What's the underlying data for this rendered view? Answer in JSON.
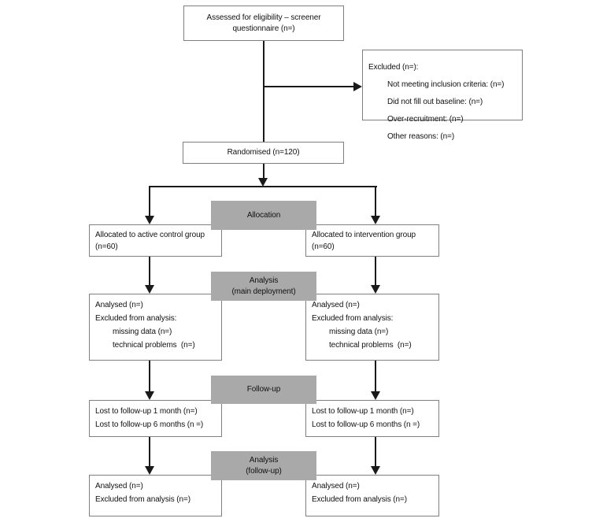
{
  "colors": {
    "stage_fill": "#a9a9a9",
    "box_border": "#7f7f7f",
    "line_color": "#1a1a1a"
  },
  "boxes": {
    "assessed": {
      "lines": [
        "Assessed for eligibility – screener",
        "questionnaire (n=)"
      ]
    },
    "excluded": {
      "lines": [
        "Excluded (n=):",
        "Not meeting inclusion criteria: (n=)",
        "Did not fill out baseline: (n=)",
        "Over-recruitment: (n=)",
        "Other reasons: (n=)"
      ]
    },
    "randomised": {
      "label": "Randomised (n=120)"
    },
    "stages": {
      "allocation": {
        "lines": [
          "Allocation"
        ]
      },
      "analysis_main": {
        "lines": [
          "Analysis",
          "(main deployment)"
        ]
      },
      "followup": {
        "lines": [
          "Follow-up"
        ]
      },
      "analysis_followup": {
        "lines": [
          "Analysis",
          "(follow-up)"
        ]
      }
    },
    "left": {
      "allocated": {
        "lines": [
          "Allocated to active control group",
          "(n=60)"
        ]
      },
      "analysed": {
        "lines": [
          "Analysed (n=)",
          "Excluded from analysis:",
          "missing data (n=)",
          "technical problems  (n=)"
        ]
      },
      "lost": {
        "lines": [
          "Lost to follow-up 1 month (n=)",
          "Lost to follow-up 6 months (n =)"
        ]
      },
      "final": {
        "lines": [
          "Analysed (n=)",
          "Excluded from analysis (n=)"
        ]
      }
    },
    "right": {
      "allocated": {
        "lines": [
          "Allocated to intervention group",
          "(n=60)"
        ]
      },
      "analysed": {
        "lines": [
          "Analysed (n=)",
          "Excluded from analysis:",
          "missing data (n=)",
          "technical problems  (n=)"
        ]
      },
      "lost": {
        "lines": [
          "Lost to follow-up 1 month (n=)",
          "Lost to follow-up 6 months (n =)"
        ]
      },
      "final": {
        "lines": [
          "Analysed (n=)",
          "Excluded from analysis (n=)"
        ]
      }
    }
  }
}
